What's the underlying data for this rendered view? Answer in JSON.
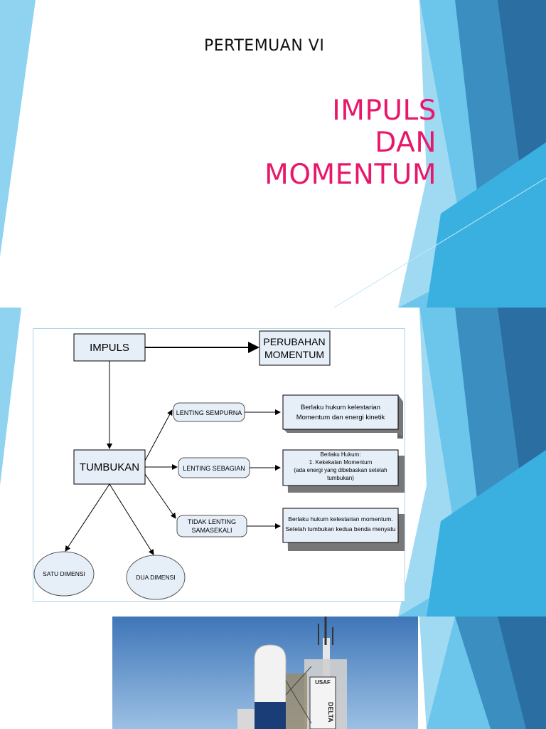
{
  "slide1": {
    "subtitle": "PERTEMUAN VI",
    "title_lines": [
      "IMPULS",
      "DAN",
      "MOMENTUM"
    ],
    "colors": {
      "title": "#e8176b",
      "accent_light": "#8fd3f0",
      "accent_mid": "#3ab0e0",
      "accent_dark": "#2a6ea2"
    }
  },
  "diagram": {
    "impuls": "IMPULS",
    "perubahan_line1": "PERUBAHAN",
    "perubahan_line2": "MOMENTUM",
    "tumbukan": "TUMBUKAN",
    "lenting_sempurna": "LENTING SEMPURNA",
    "lenting_sebagian": "LENTING SEBAGIAN",
    "tidak_lenting_line1": "TIDAK LENTING",
    "tidak_lenting_line2": "SAMASEKALI",
    "box1_line1": "Berlaku hukum kelestarian",
    "box1_line2": "Momentum dan energi kinetik",
    "box2_line1": "Berlaku Hukum:",
    "box2_line2": "1. Kekekalan Momentum",
    "box2_line3": "(ada energi yang dibebaskan setelah",
    "box2_line4": "tumbukan)",
    "box3_line1": "Berlaku hukum kelestarian momentum.",
    "box3_line2": "Setelah tumbukan kedua benda menyatu",
    "satu_dimensi": "SATU DIMENSI",
    "dua_dimensi": "DUA DIMENSI"
  },
  "photo": {
    "rocket_text_usaf": "USAF",
    "rocket_text_delta": "DELTA"
  }
}
